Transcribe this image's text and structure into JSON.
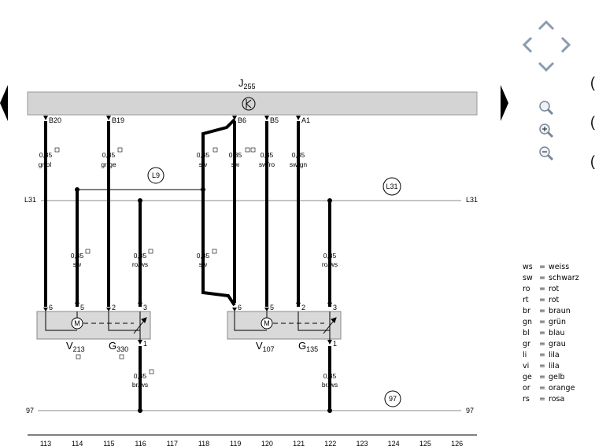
{
  "diagram": {
    "control_unit": {
      "main": "J",
      "sub": "255"
    },
    "bus_labels": {
      "l31": "L31",
      "v97": "97"
    },
    "circle_labels": {
      "l9": "L9",
      "l31": "L31",
      "n97": "97"
    },
    "pins": {
      "b20": "B20",
      "b19": "B19",
      "b6": "B6",
      "b5": "B5",
      "a1": "A1",
      "m1_6": "6",
      "m1_5": "5",
      "m1_2": "2",
      "m1_3": "3",
      "m1_1": "1",
      "m2_6": "6",
      "m2_5": "5",
      "m2_2": "2",
      "m2_3": "3",
      "m2_1": "1"
    },
    "wires": {
      "w113": {
        "size": "0,35",
        "color": "gr/bl"
      },
      "w115": {
        "size": "0,35",
        "color": "gr/ge"
      },
      "w118": {
        "size": "0,35",
        "color": "sw"
      },
      "w119": {
        "size": "0,35",
        "color": "sw"
      },
      "w120": {
        "size": "0,35",
        "color": "sw/ro"
      },
      "w121": {
        "size": "0,35",
        "color": "sw/gn"
      },
      "w114m": {
        "size": "0,35",
        "color": "sw"
      },
      "w116m": {
        "size": "0,35",
        "color": "ro/ws"
      },
      "w118m": {
        "size": "0,35",
        "color": "sw"
      },
      "w122m": {
        "size": "0,35",
        "color": "ro/ws"
      },
      "w116b": {
        "size": "0,35",
        "color": "br/ws"
      },
      "w122b": {
        "size": "0,35",
        "color": "br/ws"
      }
    },
    "components": {
      "v213": {
        "main": "V",
        "sub": "213"
      },
      "g330": {
        "main": "G",
        "sub": "330"
      },
      "v107": {
        "main": "V",
        "sub": "107"
      },
      "g135": {
        "main": "G",
        "sub": "135"
      },
      "motor": "M"
    },
    "grid_numbers": [
      "113",
      "114",
      "115",
      "116",
      "117",
      "118",
      "119",
      "120",
      "121",
      "122",
      "123",
      "124",
      "125",
      "126"
    ]
  },
  "legend": [
    {
      "code": "ws",
      "name": "weiss"
    },
    {
      "code": "sw",
      "name": "schwarz"
    },
    {
      "code": "ro",
      "name": "rot"
    },
    {
      "code": "rt",
      "name": "rot"
    },
    {
      "code": "br",
      "name": "braun"
    },
    {
      "code": "gn",
      "name": "grün"
    },
    {
      "code": "bl",
      "name": "blau"
    },
    {
      "code": "gr",
      "name": "grau"
    },
    {
      "code": "li",
      "name": "lila"
    },
    {
      "code": "vi",
      "name": "lila"
    },
    {
      "code": "ge",
      "name": "gelb"
    },
    {
      "code": "or",
      "name": "orange"
    },
    {
      "code": "rs",
      "name": "rosa"
    }
  ],
  "legend_eq": "=",
  "colors": {
    "control_unit_fill": "#d4d4d4",
    "component_fill": "#d9d9d9",
    "bus": "#888888"
  },
  "icons": {
    "nav": [
      "chevron-up-icon",
      "chevron-left-icon",
      "chevron-right-icon",
      "chevron-down-icon"
    ],
    "zoom": [
      "zoom-icon",
      "zoom-in-icon",
      "zoom-out-icon"
    ],
    "page": [
      "prev-page-icon",
      "next-page-icon"
    ]
  }
}
